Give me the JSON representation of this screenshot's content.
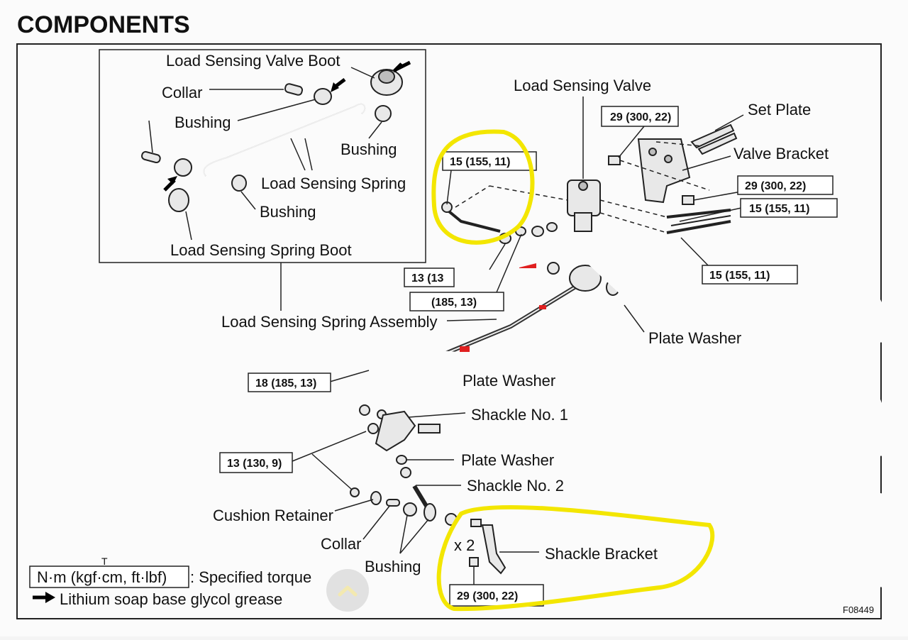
{
  "title": "COMPONENTS",
  "figure_code": "F08449",
  "inset_labels": {
    "valve_boot": "Load Sensing Valve Boot",
    "collar": "Collar",
    "bushing_top": "Bushing",
    "bushing_right": "Bushing",
    "spring": "Load Sensing Spring",
    "bushing_bottom": "Bushing",
    "spring_boot": "Load Sensing Spring Boot"
  },
  "labels": {
    "valve": "Load Sensing Valve",
    "set_plate": "Set Plate",
    "valve_bracket": "Valve Bracket",
    "spring_assembly": "Load Sensing Spring Assembly",
    "plate_washer_1": "Plate Washer",
    "plate_washer_2": "Plate Washer",
    "shackle_1": "Shackle No. 1",
    "plate_washer_3": "Plate Washer",
    "shackle_2": "Shackle No. 2",
    "cushion_retainer": "Cushion Retainer",
    "collar": "Collar",
    "bushing": "Bushing",
    "shackle_bracket": "Shackle Bracket",
    "x2": "x 2"
  },
  "torque": {
    "t_valve_top": "29 (300, 22)",
    "t_pipe_left": "15 (155, 11)",
    "t_bracket": "29 (300, 22)",
    "t_pipe_right_1": "15 (155, 11)",
    "t_pipe_right_2": "15 (155, 11)",
    "t_13_partial": "13 (13",
    "t_18_partial": "(185, 13)",
    "t_18": "18 (185, 13)",
    "t_13_lower": "13 (130, 9)",
    "t_bottom": "29 (300, 22)"
  },
  "legend": {
    "torque_unit": "N·m (kgf·cm, ft·lbf)",
    "torque_desc": ": Specified torque",
    "grease_desc": "Lithium soap base glycol grease",
    "marker": "T"
  },
  "colors": {
    "highlight": "#f3e600",
    "red_mark": "#e02020",
    "ink": "#111111"
  },
  "icons": {
    "scroll_button": "chevron-up-icon",
    "grease_marker": "arrow-right-icon"
  }
}
